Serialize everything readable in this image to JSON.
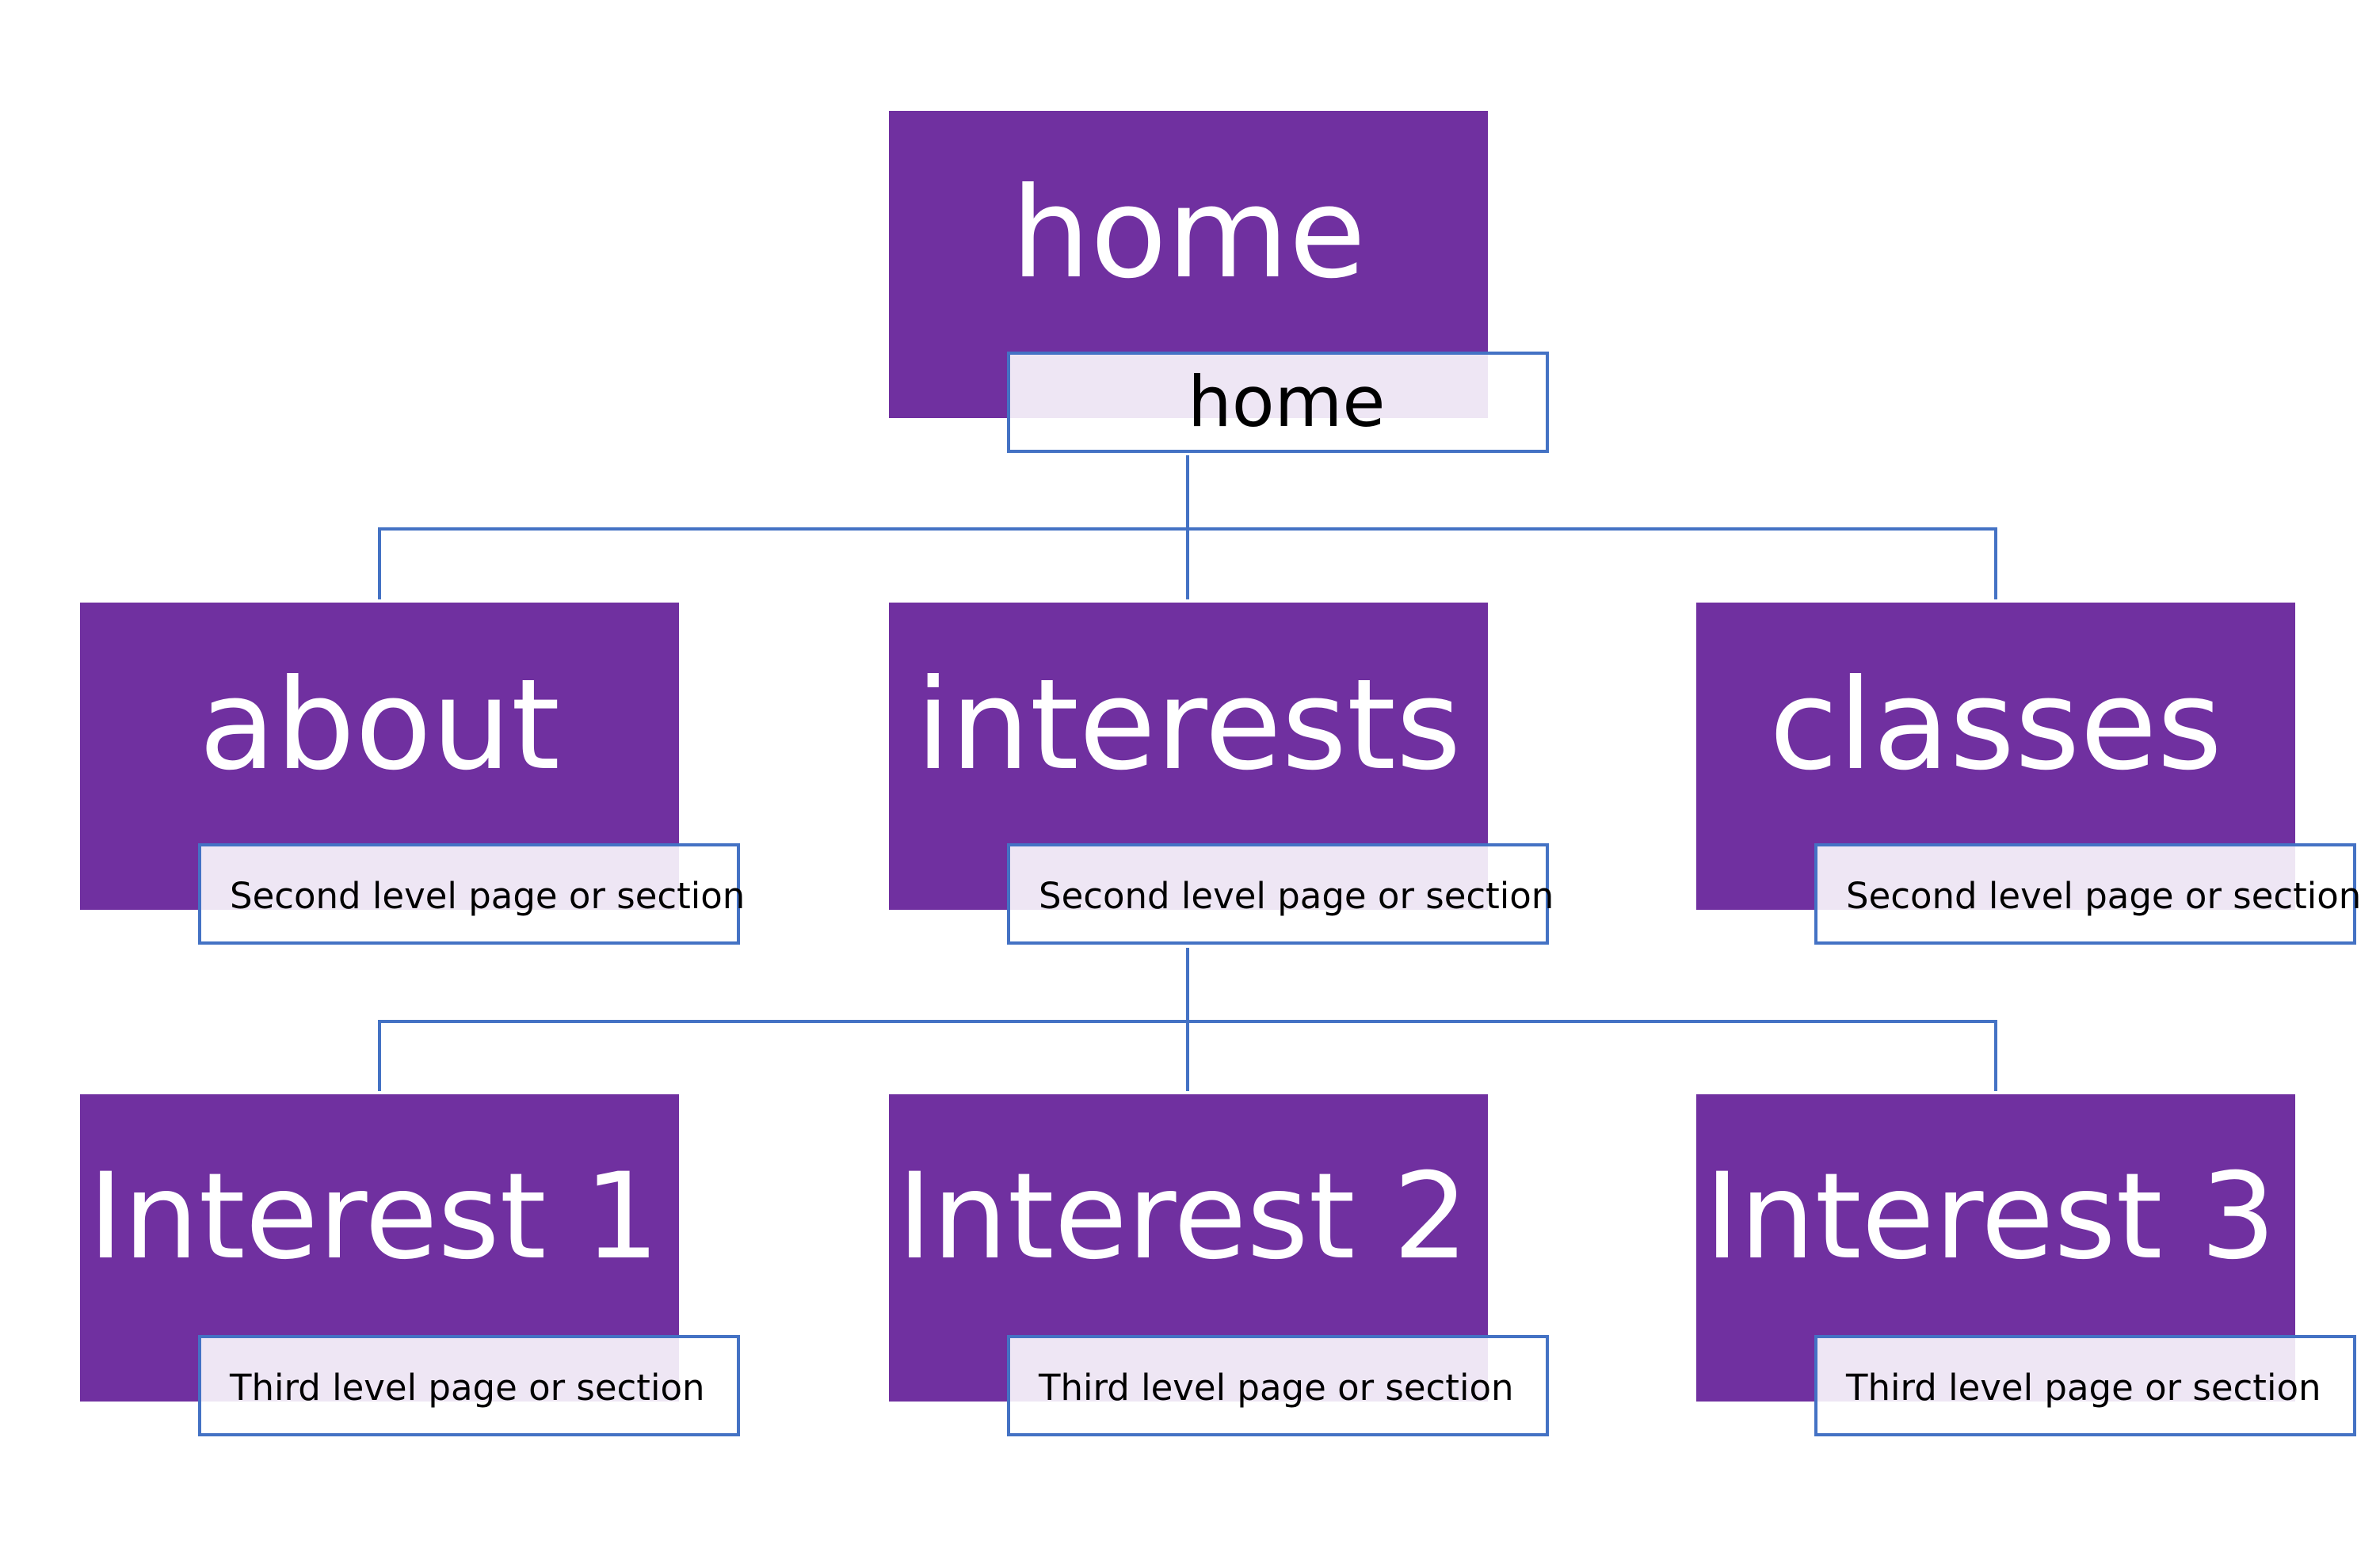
{
  "colors": {
    "box_fill": "#7030a0",
    "box_text": "#ffffff",
    "connector": "#4472c4",
    "label_border": "#4472c4",
    "label_text": "#000000"
  },
  "nodes": {
    "home": {
      "title": "home",
      "label": "home"
    },
    "about": {
      "title": "about",
      "label": "Second level page or section"
    },
    "interests": {
      "title": "interests",
      "label": "Second level page or section"
    },
    "classes": {
      "title": "classes",
      "label": "Second level page or section"
    },
    "interest1": {
      "title": "Interest 1",
      "label": "Third level page or section"
    },
    "interest2": {
      "title": "Interest 2",
      "label": "Third level page or section"
    },
    "interest3": {
      "title": "Interest 3",
      "label": "Third level page or section"
    }
  },
  "edges": [
    {
      "from": "home",
      "to": "about"
    },
    {
      "from": "home",
      "to": "interests"
    },
    {
      "from": "home",
      "to": "classes"
    },
    {
      "from": "interests",
      "to": "interest1"
    },
    {
      "from": "interests",
      "to": "interest2"
    },
    {
      "from": "interests",
      "to": "interest3"
    }
  ]
}
